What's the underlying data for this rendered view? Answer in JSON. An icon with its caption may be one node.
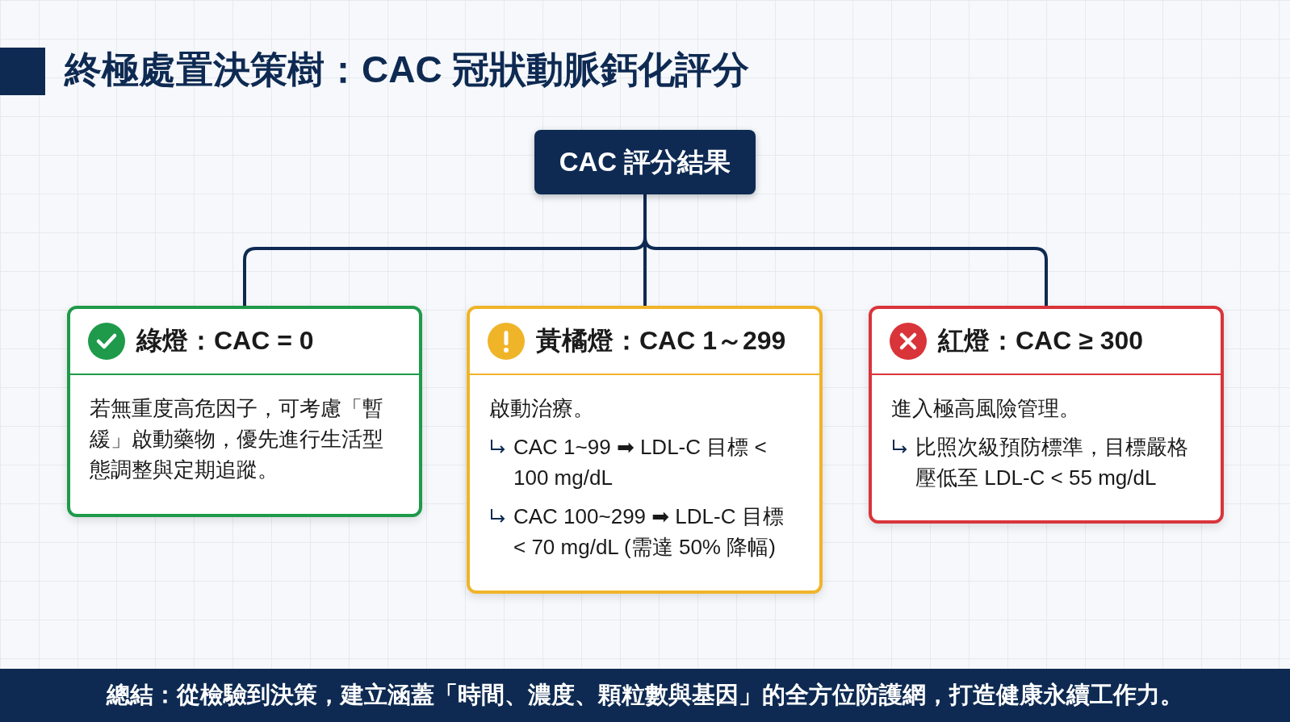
{
  "diagram": {
    "title": "終極處置決策樹：CAC 冠狀動脈鈣化評分",
    "nodes": [
      {
        "text": [
          "CAC 評分結果"
        ]
      },
      {
        "text": [
          "綠燈：CAC = 0",
          "若無重度高危因子，可考慮「暫緩」啟動藥物，優先進行生活型態調整與定期追蹤。"
        ]
      },
      {
        "text": [
          "黃橘燈：CAC 1～299",
          "啟動治療。",
          "CAC 1~99 ➡ LDL-C 目標 < 100 mg/dL",
          "CAC 100~299 ➡ LDL-C 目標 < 70 mg/dL (需達 50% 降幅)"
        ]
      },
      {
        "text": [
          "紅燈：CAC ≥ 300",
          "進入極高風險管理。",
          "比照次級預防標準，目標嚴格壓低至 LDL-C < 55 mg/dL"
        ]
      }
    ],
    "edges": [
      {
        "from": 0,
        "to": 1,
        "arrow": "none"
      },
      {
        "from": 0,
        "to": 2,
        "arrow": "none"
      },
      {
        "from": 0,
        "to": 3,
        "arrow": "none"
      }
    ],
    "labels": [
      "總結：從檢驗到決策，建立涵蓋「時間、濃度、顆粒數與基因」的全方位防護網，打造健康永續工作力。"
    ]
  }
}
